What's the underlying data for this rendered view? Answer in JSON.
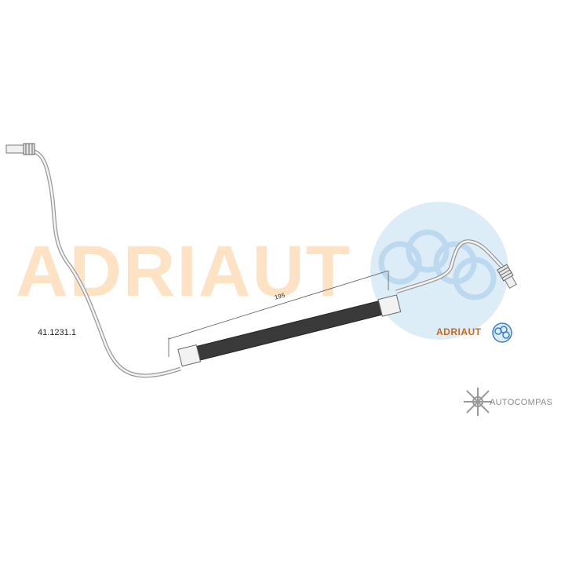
{
  "part_number": "41.1231.1",
  "dimension_label": "195",
  "watermark_brand": "ADRIAUT",
  "brand_small": "ADRIAUT",
  "autocompas_text": "AUTOCOMPAS",
  "colors": {
    "watermark_orange": "#fde2c4",
    "watermark_blue": "#dcedf8",
    "brand_orange": "#c96a1a",
    "brand_blue": "#3a7fc4",
    "hose": "#3a3a3a"
  }
}
